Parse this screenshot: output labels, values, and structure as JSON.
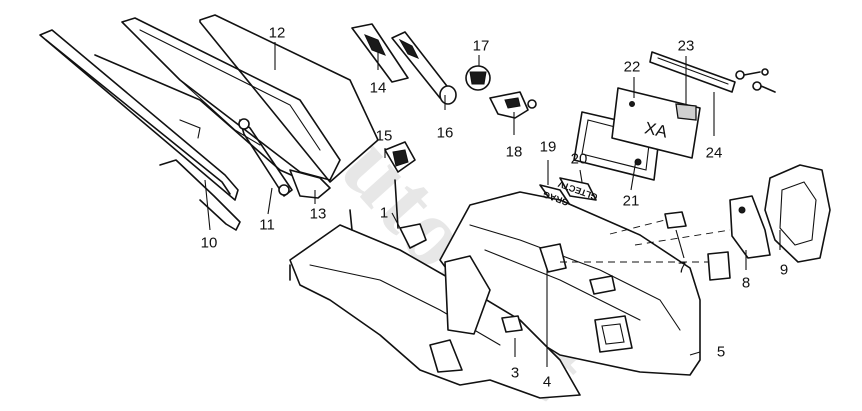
{
  "diagram": {
    "part_numbers": {
      "p1": "1",
      "p3": "3",
      "p4": "4",
      "p5": "5",
      "p7": "7",
      "p8": "8",
      "p9": "9",
      "p10": "10",
      "p11": "11",
      "p12": "12",
      "p13": "13",
      "p14": "14",
      "p15": "15",
      "p16": "16",
      "p17": "17",
      "p18": "18",
      "p19": "19",
      "p20": "20",
      "p21": "21",
      "p22": "22",
      "p23": "23",
      "p24": "24"
    },
    "plate_text": "XA",
    "badge_text_1": "GRAG",
    "badge_text_2": "GLTEСTV",
    "watermark": "AutoSoft",
    "colors": {
      "line": "#111111",
      "background": "#ffffff"
    }
  }
}
